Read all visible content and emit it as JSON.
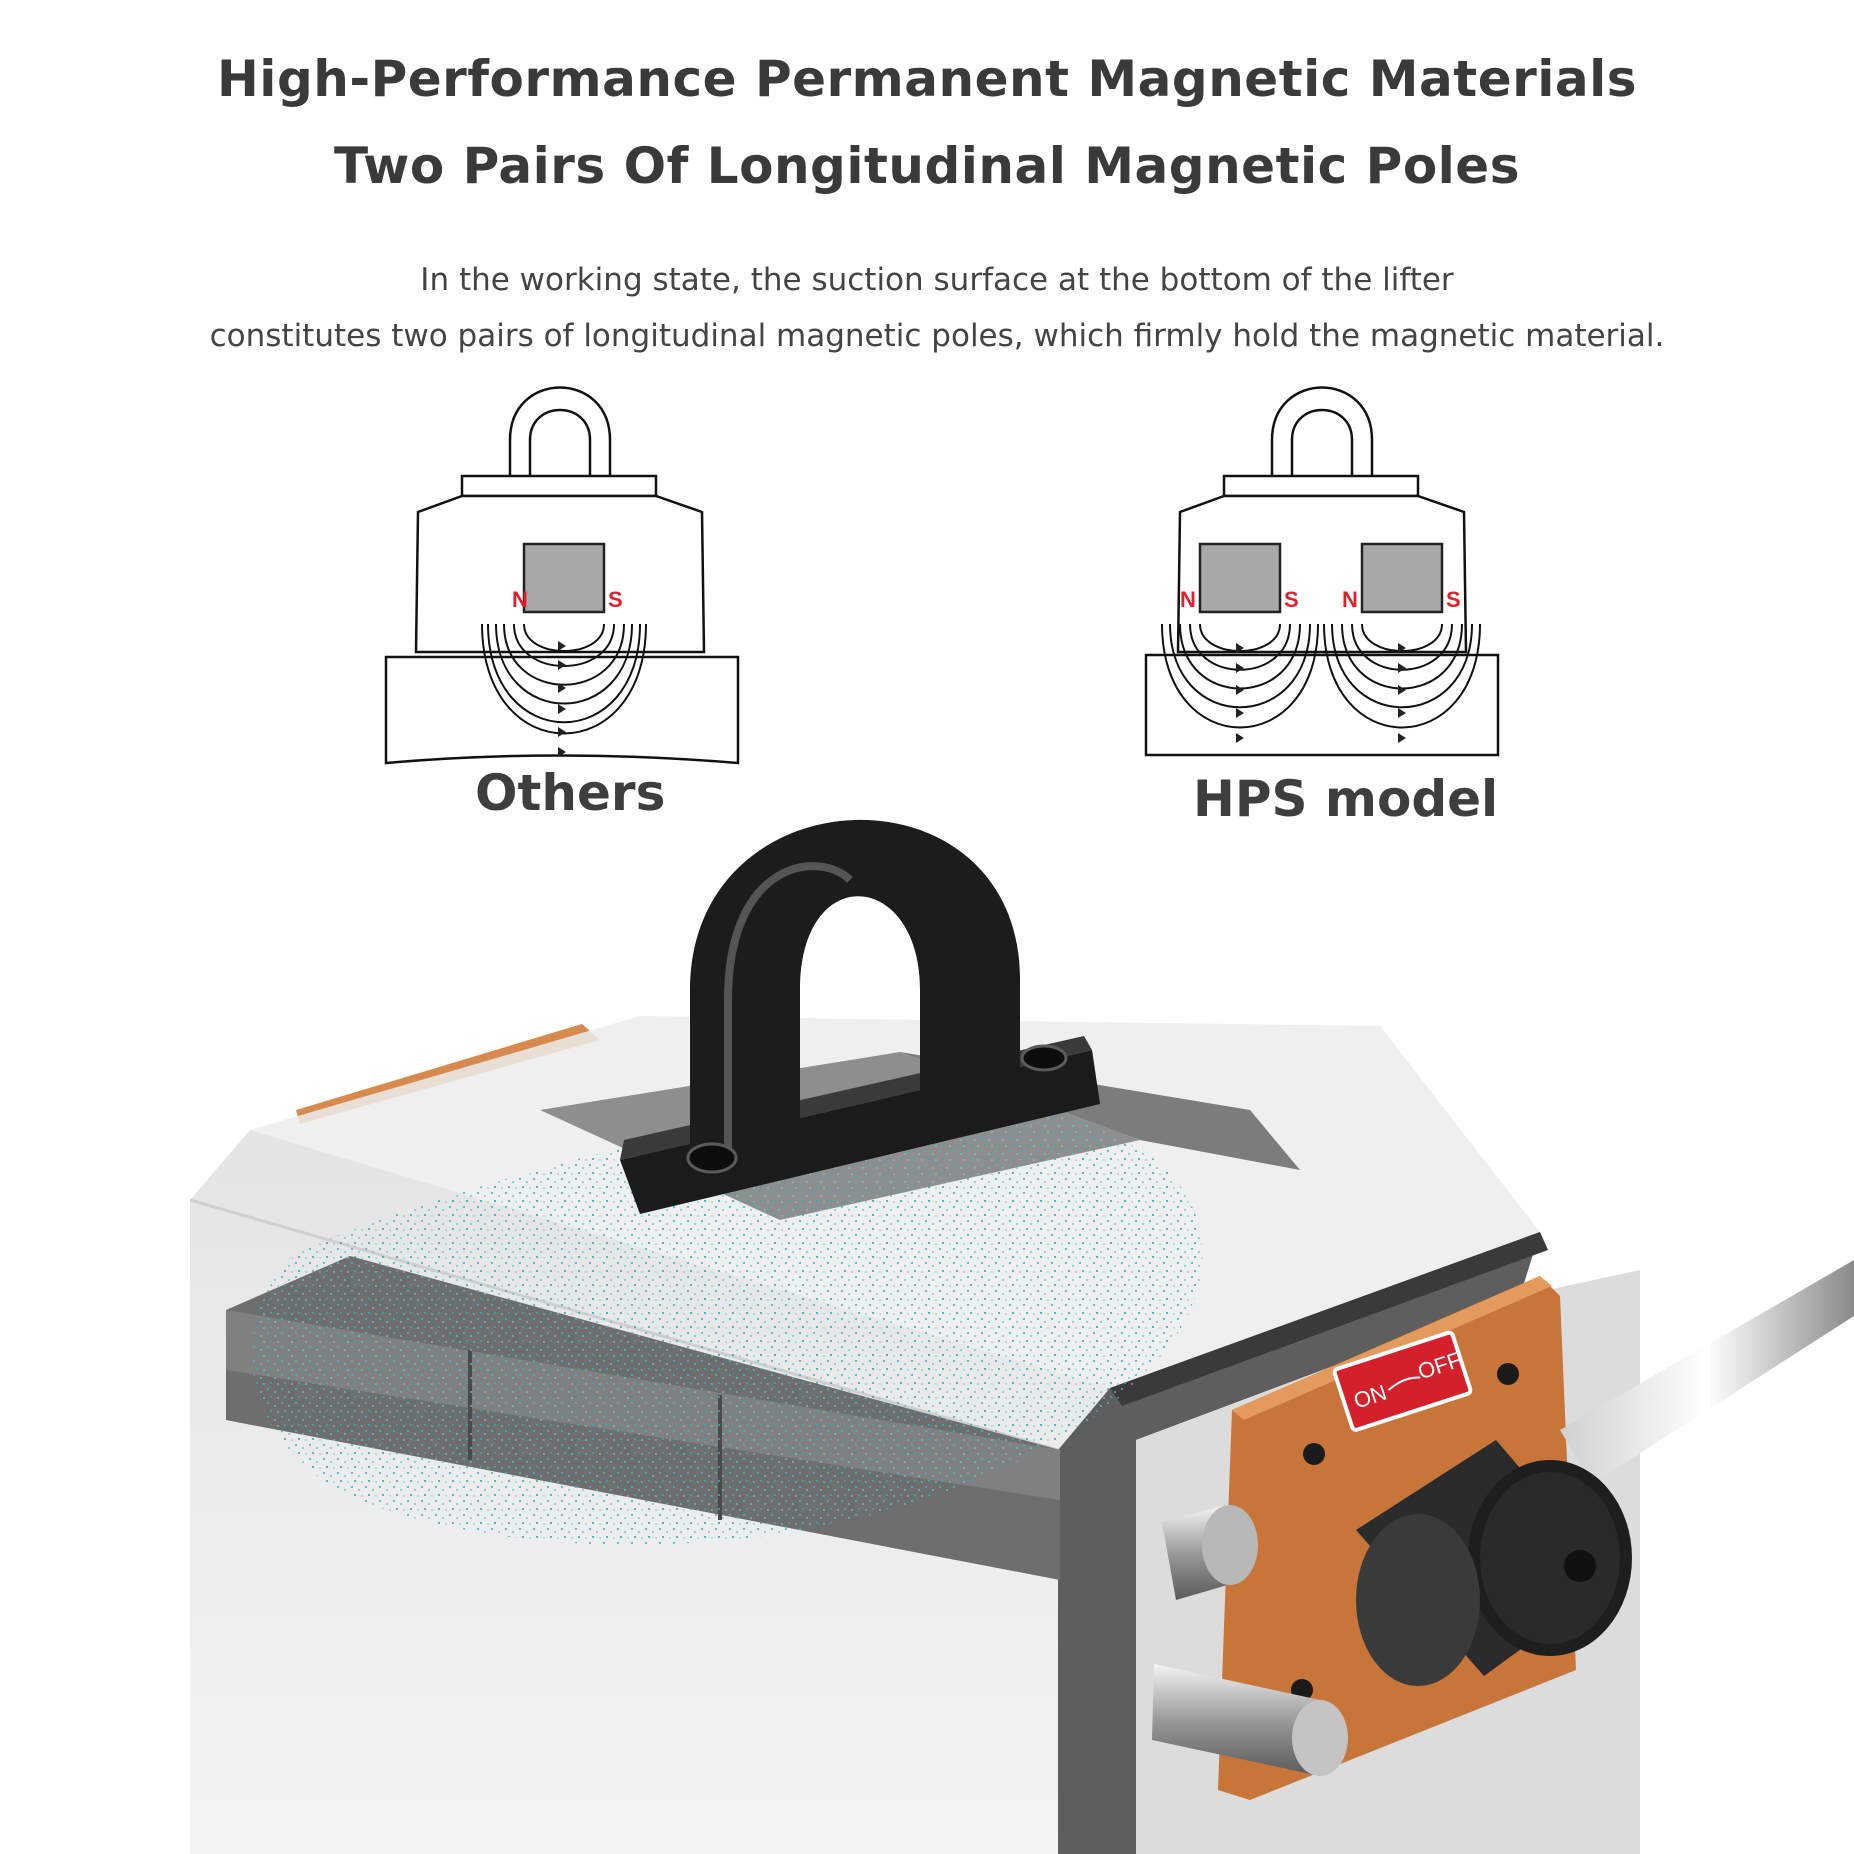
{
  "header": {
    "title_line1": "High-Performance Permanent Magnetic Materials",
    "title_line2": "Two Pairs Of Longitudinal Magnetic Poles"
  },
  "description": {
    "line1": "In the working state, the suction surface at the bottom of the lifter",
    "line2": "constitutes two pairs of longitudinal magnetic poles, which firmly hold the magnetic material."
  },
  "diagrams": {
    "others": {
      "caption": "Others",
      "pole_n": "N",
      "pole_s": "S"
    },
    "hps": {
      "caption": "HPS model",
      "pole_n": "N",
      "pole_s": "S"
    }
  },
  "product": {
    "switch_on": "ON",
    "switch_off": "OFF"
  },
  "colors": {
    "text": "#3a3a3a",
    "pole_label": "#e0202a",
    "copper_plate": "#c8753a",
    "magnetic_field": "#3fb6c0"
  }
}
